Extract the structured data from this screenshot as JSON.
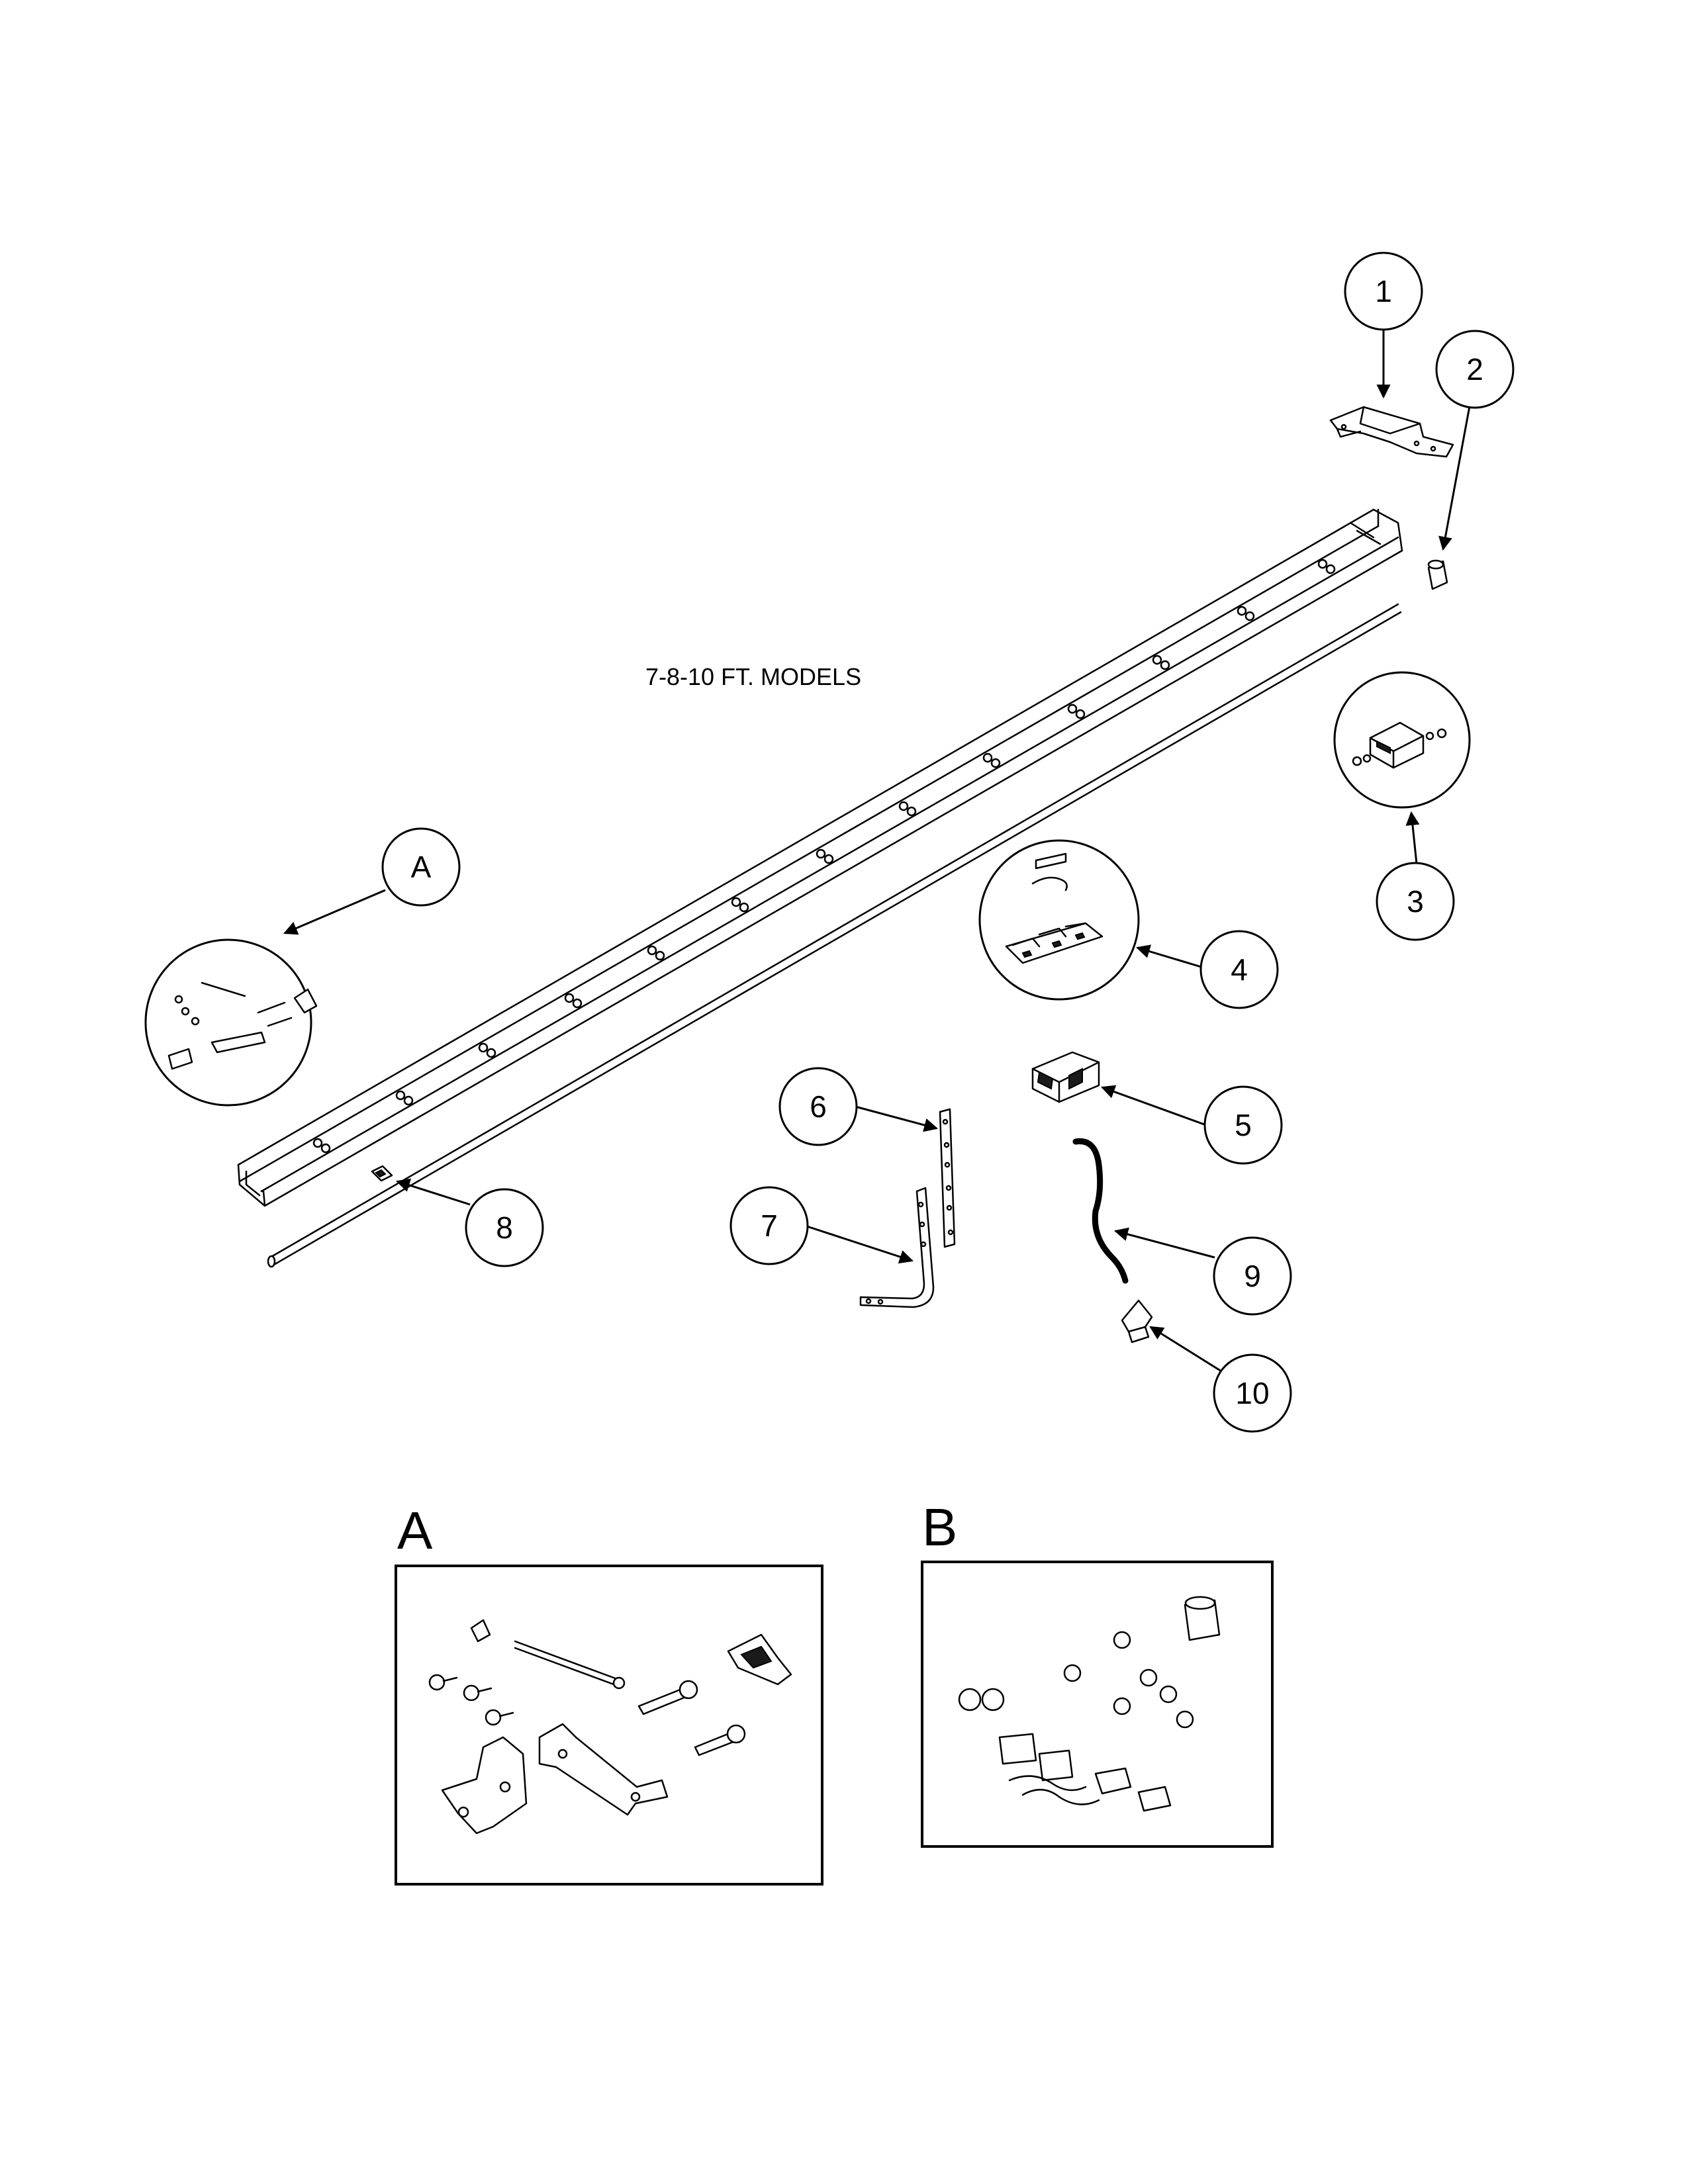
{
  "title": "7-8-10 FT. MODELS",
  "callouts": {
    "c1": "1",
    "c2": "2",
    "c3": "3",
    "c4": "4",
    "c5": "5",
    "c6": "6",
    "c7": "7",
    "c8": "8",
    "c9": "9",
    "c10": "10",
    "cA": "A"
  },
  "kits": {
    "a": {
      "label": "A"
    },
    "b": {
      "label": "B"
    }
  },
  "colors": {
    "line": "#000000",
    "background": "#ffffff"
  }
}
